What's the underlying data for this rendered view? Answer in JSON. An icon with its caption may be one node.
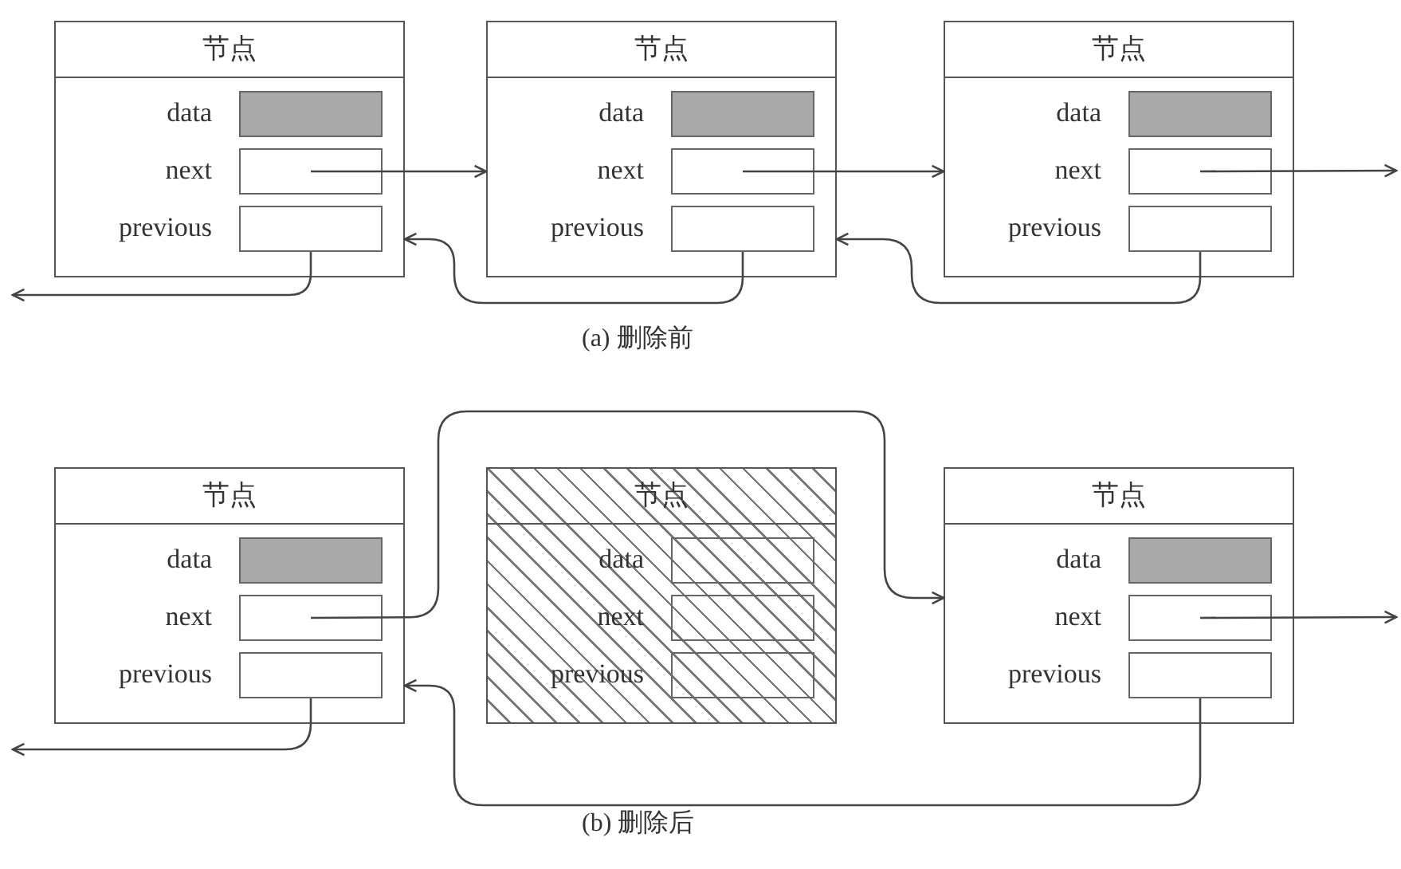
{
  "diagram": {
    "nodes": [
      {
        "text": [
          "节点"
        ]
      },
      {
        "text": [],
        "shape": "box",
        "in": 0,
        "beside": [
          "data"
        ]
      },
      {
        "text": [],
        "shape": "box",
        "in": 0,
        "beside": [
          "next"
        ]
      },
      {
        "text": [],
        "shape": "box",
        "in": 0,
        "beside": [
          "previous"
        ]
      },
      {
        "text": [
          "节点"
        ]
      },
      {
        "text": [],
        "shape": "box",
        "in": 4,
        "beside": [
          "data"
        ]
      },
      {
        "text": [],
        "shape": "box",
        "in": 4,
        "beside": [
          "next"
        ]
      },
      {
        "text": [],
        "shape": "box",
        "in": 4,
        "beside": [
          "previous"
        ]
      },
      {
        "text": [
          "节点"
        ]
      },
      {
        "text": [],
        "shape": "box",
        "in": 8,
        "beside": [
          "data"
        ]
      },
      {
        "text": [],
        "shape": "box",
        "in": 8,
        "beside": [
          "next"
        ]
      },
      {
        "text": [],
        "shape": "box",
        "in": 8,
        "beside": [
          "previous"
        ]
      },
      {
        "text": [
          "节点"
        ]
      },
      {
        "text": [],
        "shape": "box",
        "in": 12,
        "beside": [
          "data"
        ]
      },
      {
        "text": [],
        "shape": "box",
        "in": 12,
        "beside": [
          "next"
        ]
      },
      {
        "text": [],
        "shape": "box",
        "in": 12,
        "beside": [
          "previous"
        ]
      },
      {
        "text": [
          "节点"
        ]
      },
      {
        "text": [],
        "shape": "box",
        "in": 16,
        "beside": [
          "data"
        ]
      },
      {
        "text": [],
        "shape": "box",
        "in": 16,
        "beside": [
          "next"
        ]
      },
      {
        "text": [],
        "shape": "box",
        "in": 16,
        "beside": [
          "previous"
        ]
      },
      {
        "text": [
          "节点"
        ]
      },
      {
        "text": [],
        "shape": "box",
        "in": 20,
        "beside": [
          "data"
        ]
      },
      {
        "text": [],
        "shape": "box",
        "in": 20,
        "beside": [
          "next"
        ]
      },
      {
        "text": [],
        "shape": "box",
        "in": 20,
        "beside": [
          "previous"
        ]
      }
    ],
    "edges": [
      {
        "from": 2,
        "to": 4,
        "arrow": "to"
      },
      {
        "from": 6,
        "to": 8,
        "arrow": "to"
      },
      {
        "from": 10,
        "to": null,
        "arrow": "to"
      },
      {
        "from": 3,
        "to": null,
        "arrow": "to"
      },
      {
        "from": 7,
        "to": 0,
        "arrow": "to"
      },
      {
        "from": 11,
        "to": 4,
        "arrow": "to"
      },
      {
        "from": 14,
        "to": 20,
        "arrow": "to"
      },
      {
        "from": 22,
        "to": null,
        "arrow": "to"
      },
      {
        "from": 15,
        "to": null,
        "arrow": "to"
      },
      {
        "from": 23,
        "to": 12,
        "arrow": "to"
      }
    ],
    "labels": [
      "(a) 删除前",
      "(b) 删除后"
    ]
  }
}
